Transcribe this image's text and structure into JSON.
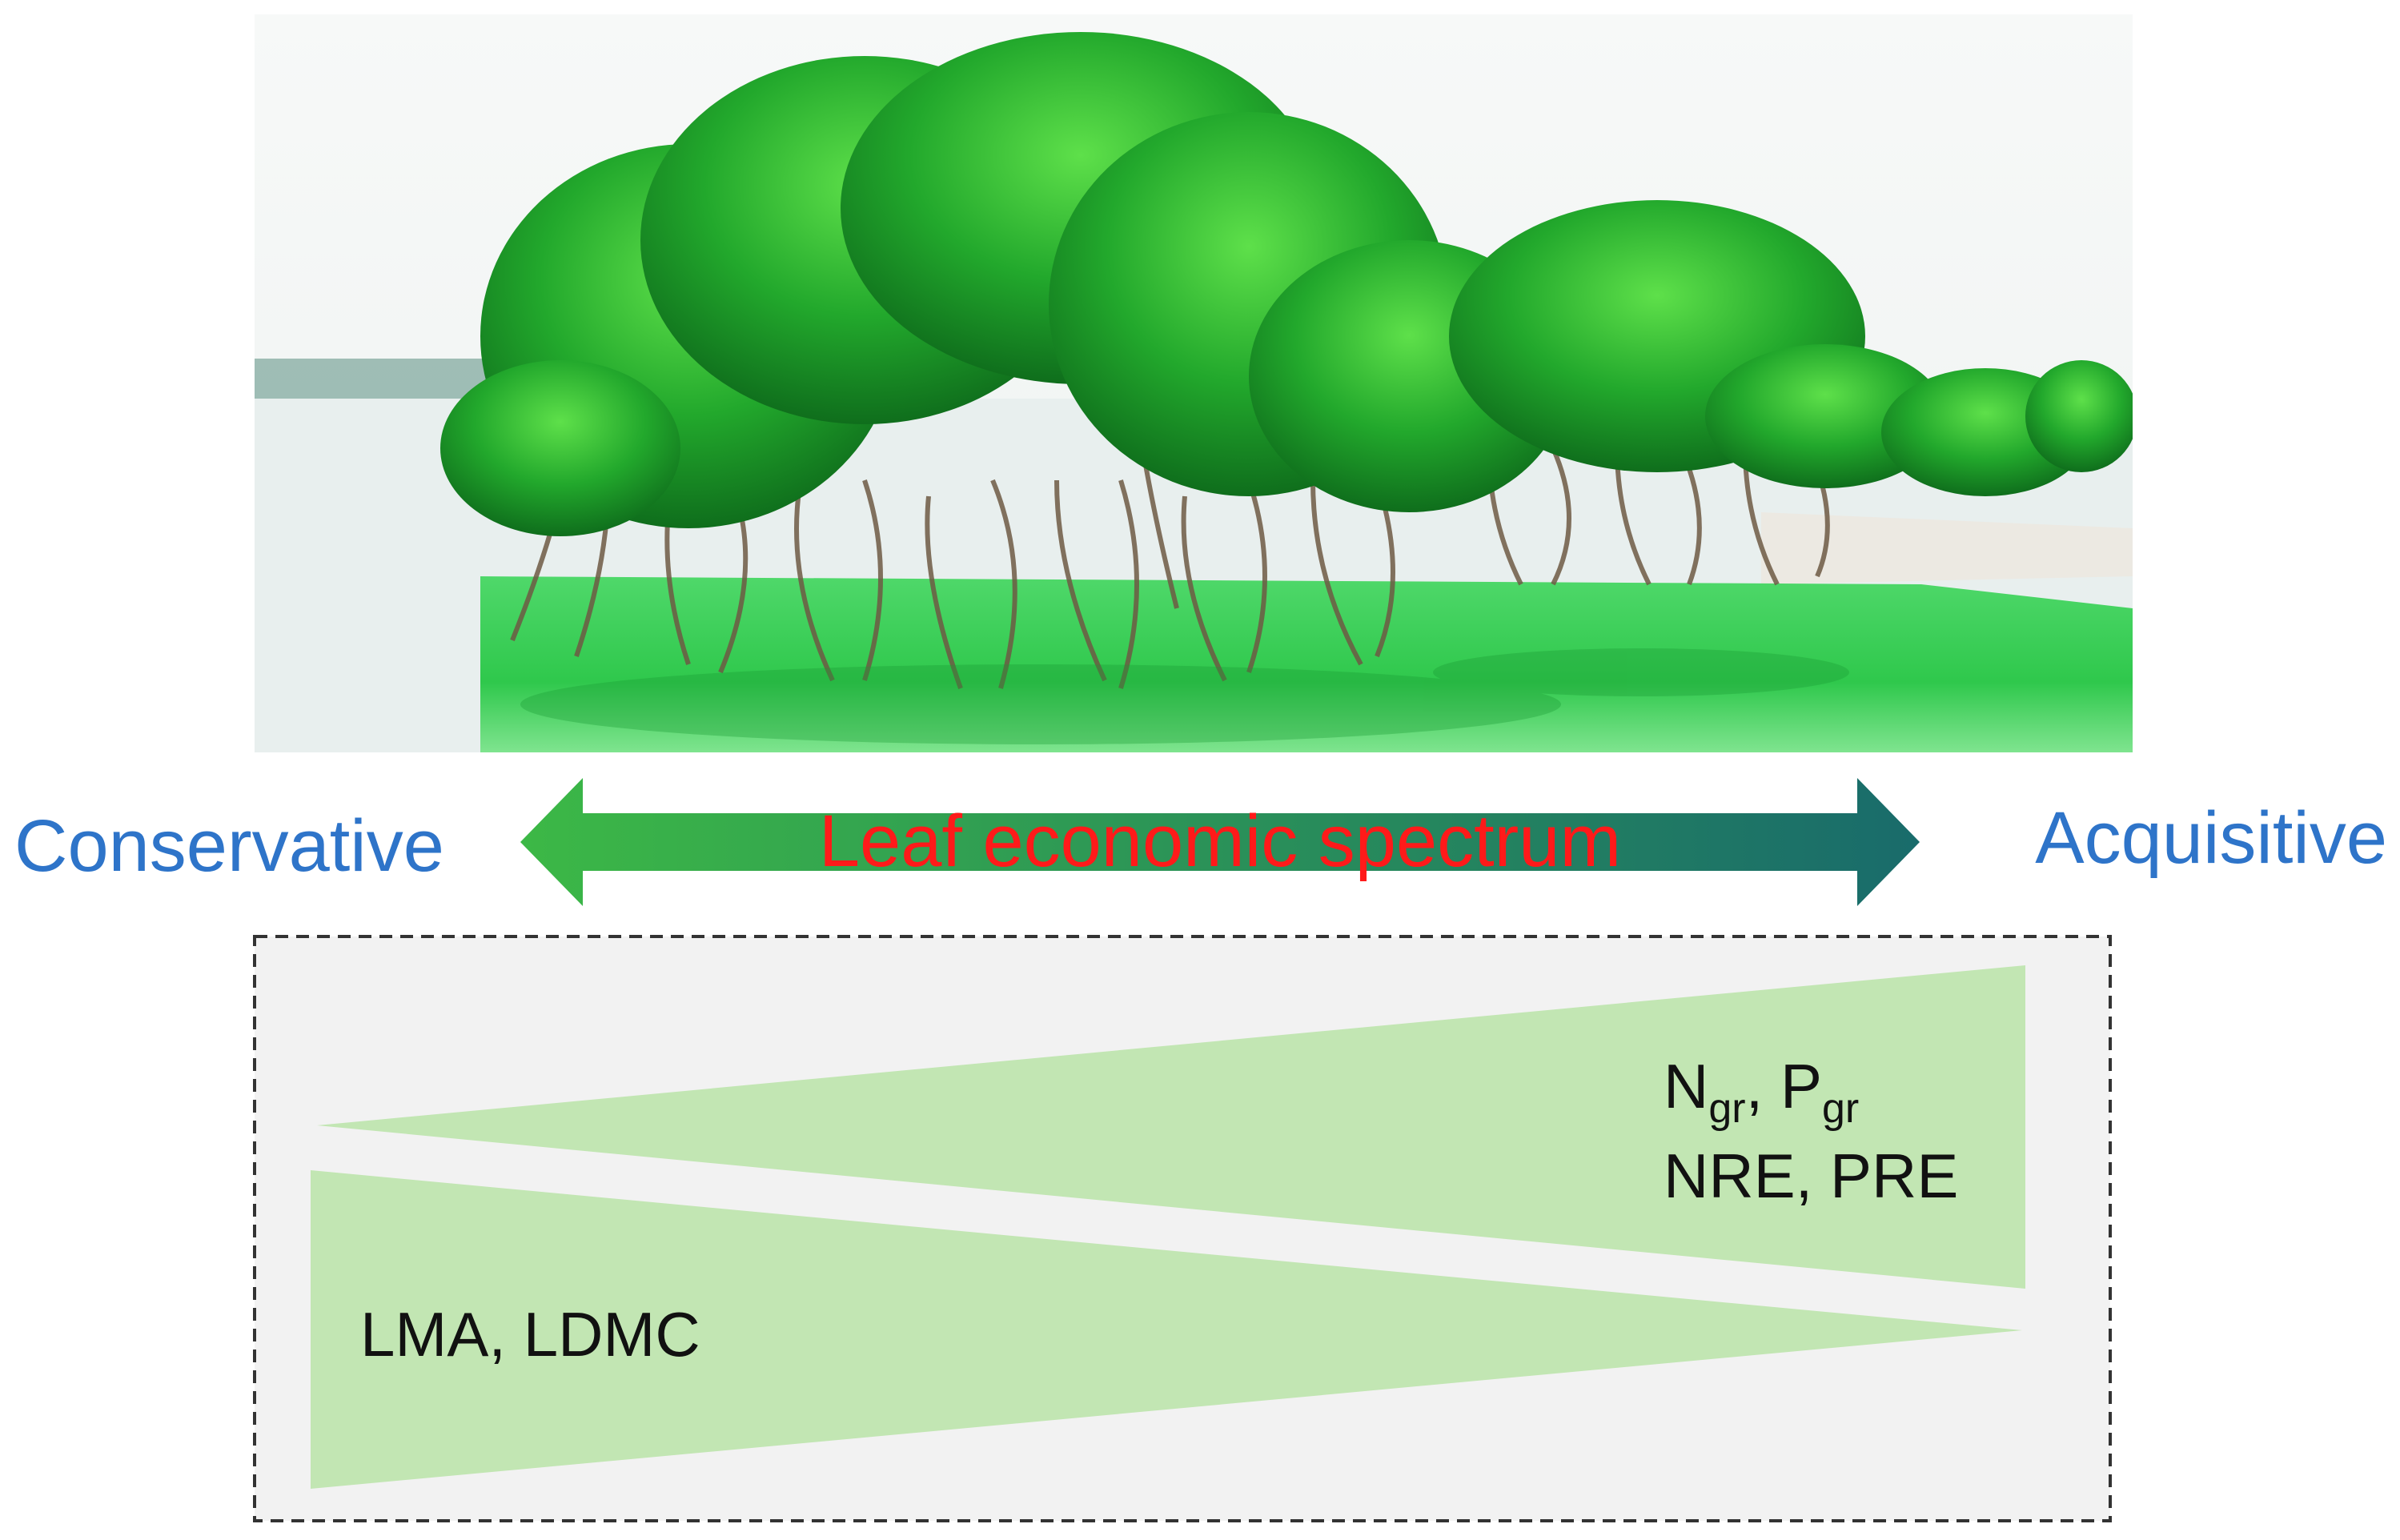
{
  "figure": {
    "photo": {
      "subject": "mangrove-trees",
      "alt": ""
    },
    "spectrum": {
      "left_label": "Conservative",
      "center_label": "Leaf economic spectrum",
      "right_label": "Acquisitive",
      "arrow_gradient": {
        "left": "#3cb846",
        "right": "#196b6b"
      }
    },
    "wedge_panel": {
      "fill": "#c2e6b3",
      "background": "#f2f2f2",
      "top_wedge": {
        "direction": "increasing-to-right",
        "line1": {
          "n": "N",
          "n_sub": "gr",
          "sep": ", ",
          "p": "P",
          "p_sub": "gr"
        },
        "line2": "NRE, PRE"
      },
      "bottom_wedge": {
        "direction": "decreasing-to-right",
        "label": "LMA, LDMC"
      }
    }
  }
}
